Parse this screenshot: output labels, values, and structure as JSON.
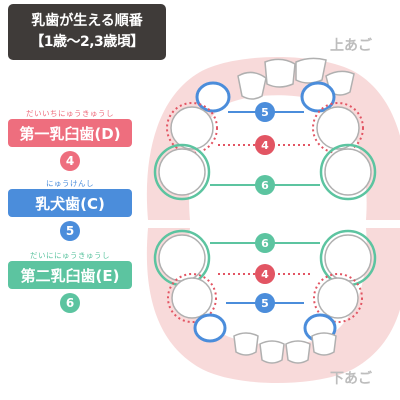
{
  "title": {
    "line1": "乳歯が生える順番",
    "line2": "【1歳～2,3歳頃】"
  },
  "upper_jaw_label": "上あご",
  "lower_jaw_label": "下あご",
  "legend": [
    {
      "ruby": "だいいちにゅうきゅうし",
      "label": "第一乳臼歯(D)",
      "order": "4",
      "color": "#ee6e7e"
    },
    {
      "ruby": "にゅうけんし",
      "label": "乳犬歯(C)",
      "order": "5",
      "color": "#4b8ddb"
    },
    {
      "ruby": "だいににゅうきゅうし",
      "label": "第二乳臼歯(E)",
      "order": "6",
      "color": "#5cc4a0"
    }
  ],
  "diagram_numbers": {
    "upper": [
      "5",
      "4",
      "6"
    ],
    "lower": [
      "6",
      "4",
      "5"
    ]
  },
  "colors": {
    "gum": "#f7d3d3",
    "tooth_outline": "#b0b0b0",
    "first_molar": "#e25563",
    "canine": "#4b8ddb",
    "second_molar": "#5cc4a0",
    "title_bg": "#3f3b39"
  }
}
